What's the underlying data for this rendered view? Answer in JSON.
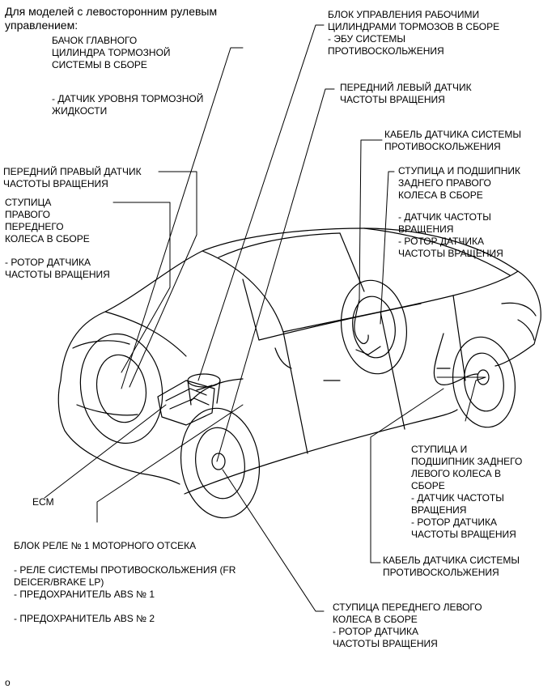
{
  "header": "Для моделей с левосторонним рулевым\nуправлением:",
  "labels": {
    "master_cylinder": "БАЧОК ГЛАВНОГО\nЦИЛИНДРА ТОРМОЗНОЙ\nСИСТЕМЫ В СБОРЕ",
    "brake_fluid_sensor": "- ДАТЧИК УРОВНЯ ТОРМОЗНОЙ\nЖИДКОСТИ",
    "actuator": "БЛОК УПРАВЛЕНИЯ РАБОЧИМИ\nЦИЛИНДРАМИ ТОРМОЗОВ В СБОРЕ\n- ЭБУ СИСТЕМЫ\nПРОТИВОСКОЛЬЖЕНИЯ",
    "front_left_sensor": "ПЕРЕДНИЙ ЛЕВЫЙ ДАТЧИК\nЧАСТОТЫ ВРАЩЕНИЯ",
    "skid_cable_top": "КАБЕЛЬ ДАТЧИКА СИСТЕМЫ\nПРОТИВОСКОЛЬЖЕНИЯ",
    "rear_right_hub": "СТУПИЦА И ПОДШИПНИК\nЗАДНЕГО ПРАВОГО\nКОЛЕСА В СБОРЕ",
    "rear_right_sub": "- ДАТЧИК ЧАСТОТЫ\nВРАЩЕНИЯ\n- РОТОР ДАТЧИКА\nЧАСТОТЫ ВРАЩЕНИЯ",
    "front_right_sensor": "ПЕРЕДНИЙ ПРАВЫЙ ДАТЧИК\nЧАСТОТЫ ВРАЩЕНИЯ",
    "front_right_hub": "СТУПИЦА\nПРАВОГО\nПЕРЕДНЕГО\nКОЛЕСА В СБОРЕ",
    "front_right_rotor": "- РОТОР ДАТЧИКА\nЧАСТОТЫ ВРАЩЕНИЯ",
    "rear_left_hub": "СТУПИЦА И\nПОДШИПНИК ЗАДНЕГО\nЛЕВОГО КОЛЕСА В\nСБОРЕ\n- ДАТЧИК ЧАСТОТЫ\nВРАЩЕНИЯ\n- РОТОР ДАТЧИКА\nЧАСТОТЫ ВРАЩЕНИЯ",
    "skid_cable_bottom": "КАБЕЛЬ ДАТЧИКА СИСТЕМЫ\nПРОТИВОСКОЛЬЖЕНИЯ",
    "ecm": "ECM",
    "relay_block": "БЛОК РЕЛЕ № 1 МОТОРНОГО ОТСЕКА",
    "relay_items": "- РЕЛЕ СИСТЕМЫ ПРОТИВОСКОЛЬЖЕНИЯ (FR\nDEICER/BRAKE LP)\n- ПРЕДОХРАНИТЕЛЬ ABS № 1\n\n- ПРЕДОХРАНИТЕЛЬ ABS № 2",
    "front_left_hub": "СТУПИЦА ПЕРЕДНЕГО ЛЕВОГО\nКОЛЕСА В СБОРЕ\n- РОТОР ДАТЧИКА\nЧАСТОТЫ ВРАЩЕНИЯ",
    "footer": "o"
  }
}
